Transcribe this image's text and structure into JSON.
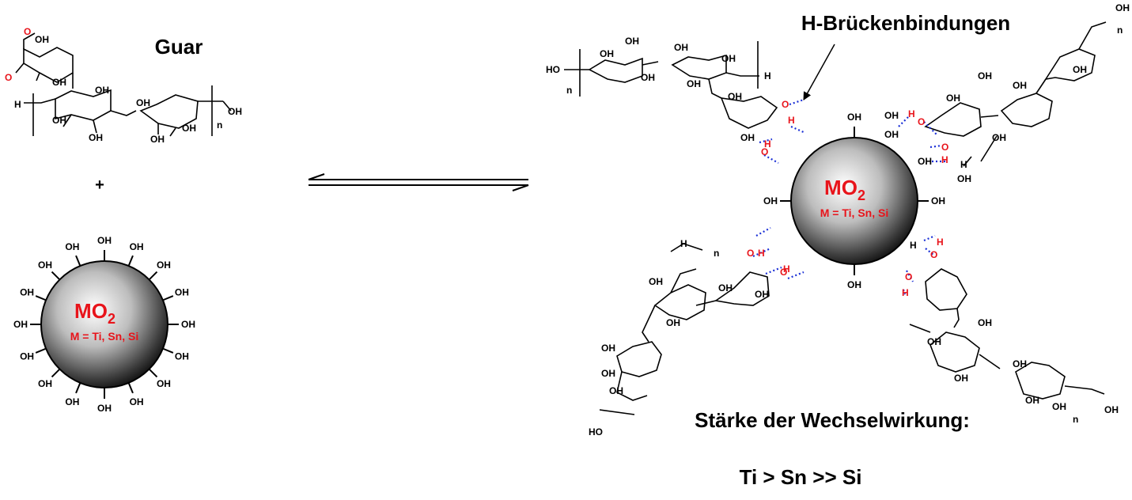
{
  "labels": {
    "guar": "Guar",
    "plus": "+",
    "h_bonds": "H-Brückenbindungen",
    "strength_title": "Stärke der Wechselwirkung:",
    "strength_order": "Ti > Sn >> Si"
  },
  "particle": {
    "formula_base": "MO",
    "formula_subscript": "2",
    "metals": "M = Ti, Sn, Si",
    "surface_group": "OH"
  },
  "chemistry_text": {
    "hydroxyl": "OH",
    "oxygen": "O",
    "hydrogen": "H",
    "repeat_index": "n",
    "hydroxyl_left": "HO"
  },
  "colors": {
    "highlight": "#e8141b",
    "hbond": "#1a2fd6",
    "text": "#000000"
  }
}
